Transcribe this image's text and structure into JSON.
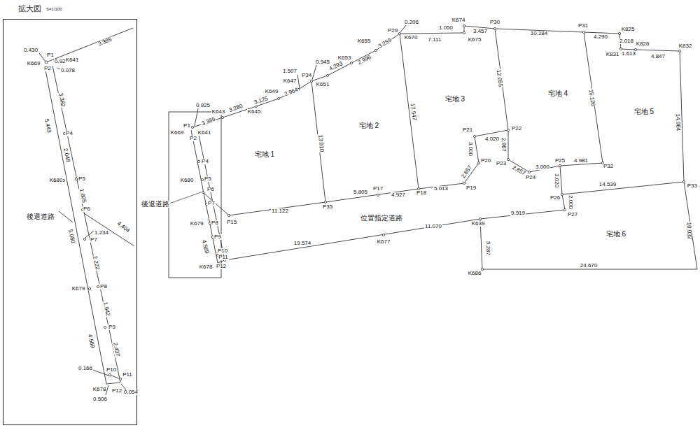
{
  "diagram": {
    "nodes": [
      {
        "text": [
          "拡大図",
          "S=1/100"
        ]
      }
    ],
    "labels": [
      "0.430",
      "P1",
      "K669",
      "P2",
      "0.925",
      "K641",
      "0.078",
      "3.385",
      "3.382",
      "5.443",
      "P4",
      "2.048",
      "K680",
      "P5",
      "1.605",
      "後退道路",
      "P6",
      "4.404",
      "1.234",
      "5.080",
      "P7",
      "2.222",
      "K679",
      "P8",
      "1.942",
      "P9",
      "4.569",
      "2.437",
      "0.166",
      "P10",
      "P11",
      "K678",
      "P12",
      "0.506",
      "0.054",
      "0.925",
      "P1",
      "3.385",
      "K643",
      "K669",
      "P2",
      "K641",
      "P4",
      "K680",
      "P5",
      "P6",
      "後退道路",
      "P7",
      "K679",
      "P8",
      "P9",
      "4.569",
      "P10",
      "P11",
      "K678",
      "P12",
      "P15",
      "3.280",
      "K645",
      "3.125",
      "K649",
      "2.964",
      "1.507",
      "K647",
      "P34",
      "0.945",
      "K651",
      "4.293",
      "K653",
      "2.996",
      "K655",
      "3.259",
      "P29",
      "0.206",
      "K670",
      "7.111",
      "K674",
      "1.050",
      "K675",
      "3.457",
      "P30",
      "10.184",
      "P31",
      "4.290",
      "K825",
      "2.018",
      "K831",
      "1.613",
      "K826",
      "4.847",
      "K832",
      "13.910",
      "17.547",
      "12.055",
      "15.126",
      "14.964",
      "宅地 1",
      "宅地 2",
      "宅地 3",
      "宅地 4",
      "宅地 5",
      "P21",
      "P22",
      "4.020",
      "3.000",
      "2.967",
      "P20",
      "P23",
      "2.857",
      "2.857",
      "P24",
      "3.000",
      "P25",
      "4.981",
      "P32",
      "3.020",
      "P19",
      "5.013",
      "P18",
      "4.927",
      "P17",
      "5.805",
      "P35",
      "11.122",
      "位置指定道路",
      "14.539",
      "P26",
      "P33",
      "2.000",
      "P27",
      "9.919",
      "K639",
      "11.070",
      "K677",
      "19.574",
      "宅地 6",
      "5.287",
      "10.032",
      "K686",
      "24.670"
    ]
  }
}
